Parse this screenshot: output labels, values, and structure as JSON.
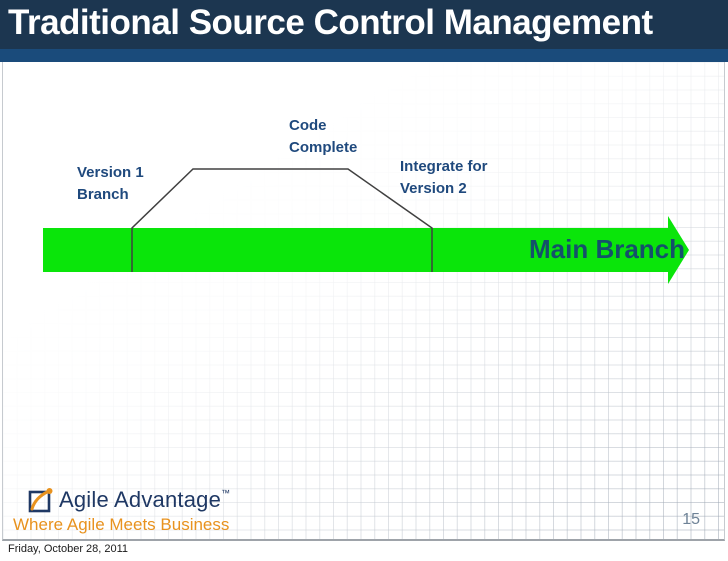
{
  "slide": {
    "title": "Traditional Source Control Management",
    "page_number": "15",
    "footer_date": "Friday, October 28, 2011"
  },
  "diagram": {
    "version1_label": {
      "line1": "Version 1",
      "line2": "Branch"
    },
    "code_complete_label": {
      "line1": "Code",
      "line2": "Complete"
    },
    "integrate_label": {
      "line1": "Integrate for",
      "line2": "Version 2"
    },
    "main_branch_label": "Main Branch",
    "colors": {
      "branch_arrow_green": "#0AE50A",
      "label_blue": "#1F497D",
      "main_branch_text": "#14506B",
      "branch_line_gray": "#404040"
    }
  },
  "logo": {
    "name": "Agile Advantage",
    "trademark": "™",
    "tagline": "Where Agile Meets Business",
    "colors": {
      "navy": "#1F3864",
      "orange": "#E8921E"
    }
  },
  "theme": {
    "titlebar_dark": "#1C3650",
    "titlebar_band": "#1A4B7B",
    "grid_line": "#96A0AC",
    "page_number_color": "#6E8296"
  }
}
